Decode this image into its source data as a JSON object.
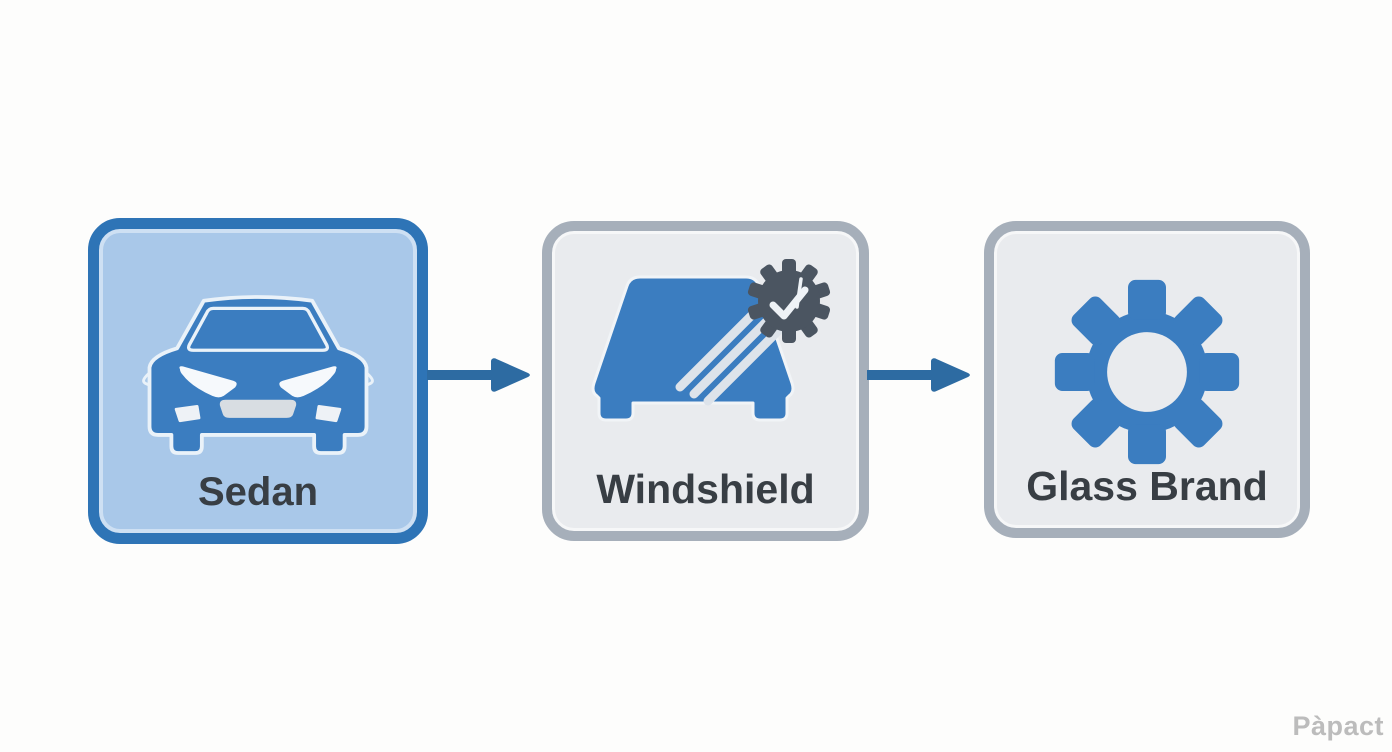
{
  "canvas": {
    "background_color": "#fdfdfc",
    "watermark_text": "Pàpact"
  },
  "flow": {
    "nodes": [
      {
        "id": "sedan",
        "label": "Sedan",
        "icon": "car-front-icon",
        "selected": true,
        "fill_color": "#a9c8e9",
        "border_color": "#2e74b6"
      },
      {
        "id": "windshield",
        "label": "Windshield",
        "icon": "windshield-certified-icon",
        "selected": false,
        "fill_color": "#e9ebee",
        "border_color": "#a6afba"
      },
      {
        "id": "glass-brand",
        "label": "Glass Brand",
        "icon": "gear-icon",
        "selected": false,
        "fill_color": "#e9ebee",
        "border_color": "#a6afba"
      }
    ],
    "connectors": [
      {
        "from": "sedan",
        "to": "windshield",
        "style": "arrow-right",
        "color": "#2d6ba2"
      },
      {
        "from": "windshield",
        "to": "glass-brand",
        "style": "arrow-right",
        "color": "#2d6ba2"
      }
    ],
    "accent_color": "#3b7dc0",
    "badge_color": "#4b5561",
    "label_color": "#383e44"
  }
}
